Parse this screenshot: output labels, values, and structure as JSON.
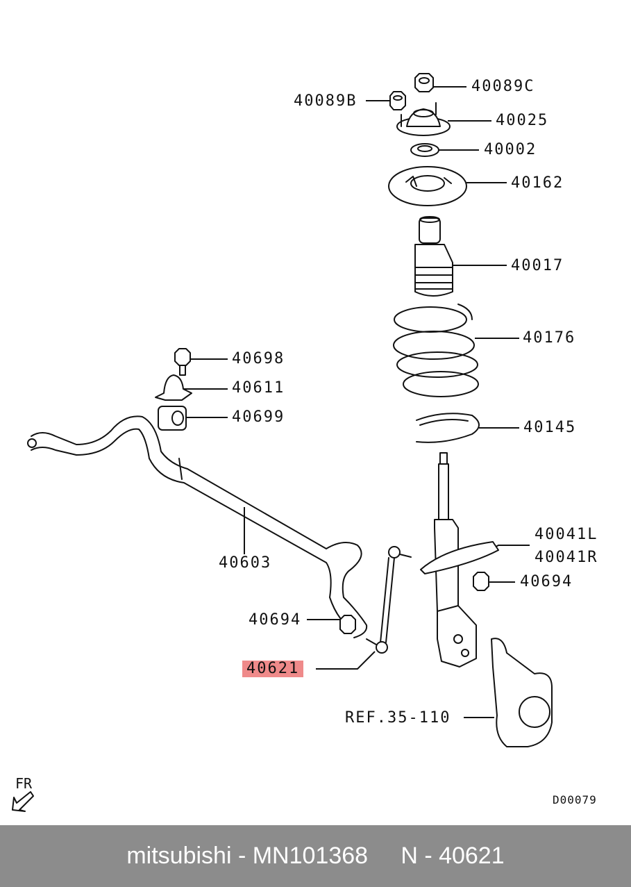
{
  "labels": {
    "l40089c": "40089C",
    "l40089b": "40089B",
    "l40025": "40025",
    "l40002": "40002",
    "l40162": "40162",
    "l40017": "40017",
    "l40176": "40176",
    "l40145": "40145",
    "l40698": "40698",
    "l40611": "40611",
    "l40699": "40699",
    "l40603": "40603",
    "l40041l": "40041L",
    "l40041r": "40041R",
    "l40694a": "40694",
    "l40694b": "40694",
    "l40621": "40621",
    "ref": "REF.35-110"
  },
  "fr": "FR",
  "diagram_code": "D00079",
  "footer": {
    "brand": "mitsubishi",
    "part_number": "MN101368",
    "ref_number": "N - 40621"
  },
  "colors": {
    "highlight": "#ef8a8a",
    "footer_bg": "#8c8c8c"
  }
}
